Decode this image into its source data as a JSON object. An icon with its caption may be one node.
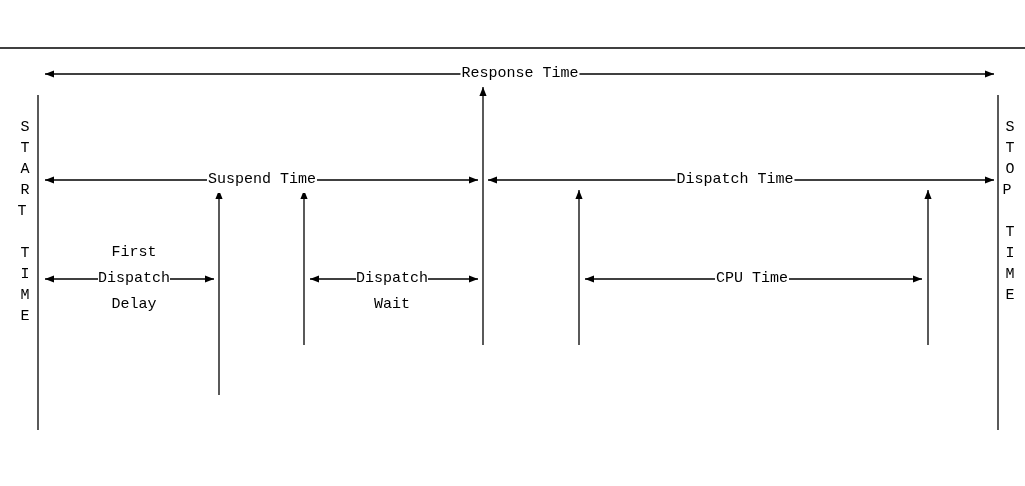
{
  "diagram": {
    "labels": [
      "START TIME",
      "Response Time",
      "Suspend Time",
      "Dispatch Time",
      "First Dispatch Delay",
      "Dispatch Wait",
      "CPU Time",
      "STOP TIME"
    ]
  }
}
